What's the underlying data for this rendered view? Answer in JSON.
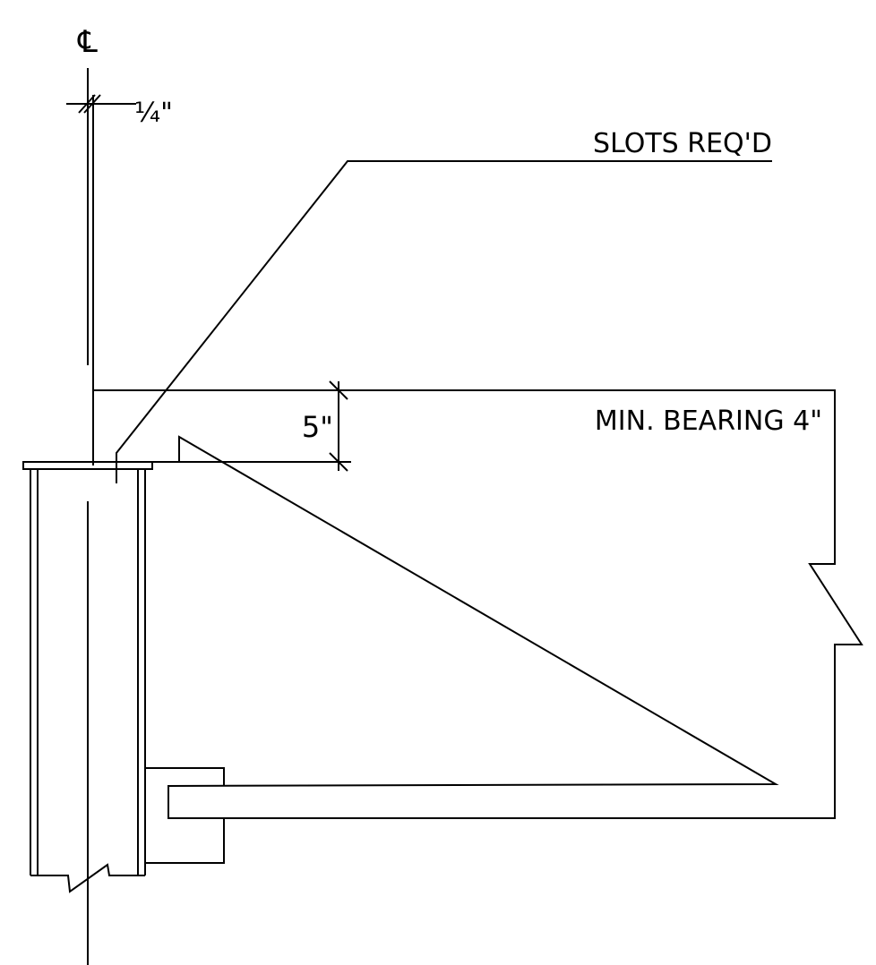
{
  "drawing": {
    "centerline_symbol": "℄",
    "offset_dimension": "¼\"",
    "slots_note": "SLOTS REQ'D",
    "bearing_dimension": "5\"",
    "min_bearing_note": "MIN. BEARING 4\""
  },
  "colors": {
    "line": "#000000",
    "background": "#ffffff"
  }
}
